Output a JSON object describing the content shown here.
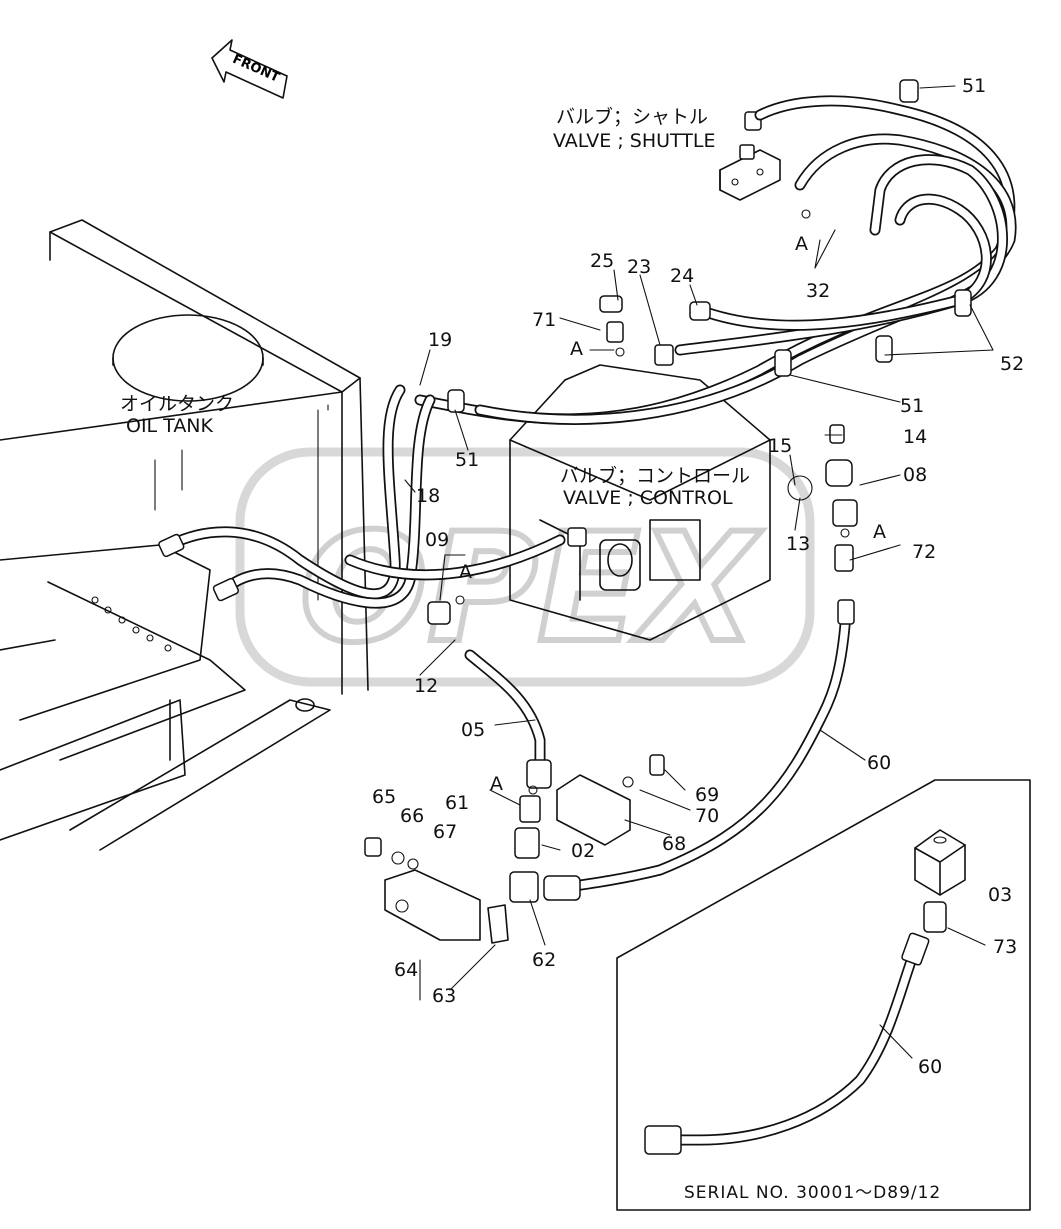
{
  "front_marker": "FRONT",
  "valve_shuttle": {
    "jp": "バルブ；シャトル",
    "en": "VALVE ; SHUTTLE"
  },
  "oil_tank": {
    "jp": "オイルタンク",
    "en": "OIL TANK"
  },
  "valve_control": {
    "jp": "バルブ；コントロール",
    "en": "VALVE ; CONTROL"
  },
  "watermark": "OPEX",
  "serial_note": "SERIAL NO. 30001～D89/12",
  "callouts": {
    "c51_top": "51",
    "c51_right": "51",
    "c51_left": "51",
    "c32": "32",
    "c25": "25",
    "c23": "23",
    "c24": "24",
    "c71": "71",
    "c19": "19",
    "c52": "52",
    "c14": "14",
    "c15": "15",
    "c08": "08",
    "c13": "13",
    "c18": "18",
    "c09": "09",
    "c72": "72",
    "c12": "12",
    "c05": "05",
    "c60": "60",
    "c65": "65",
    "c61": "61",
    "c69": "69",
    "c70": "70",
    "c66": "66",
    "c67": "67",
    "c02": "02",
    "c68": "68",
    "c03": "03",
    "c73": "73",
    "c64": "64",
    "c62": "62",
    "c63": "63",
    "c60_inset": "60"
  },
  "ref_marks": {
    "a_shuttle": "A",
    "a_71": "A",
    "a_09": "A",
    "a_72": "A",
    "a_61": "A"
  }
}
